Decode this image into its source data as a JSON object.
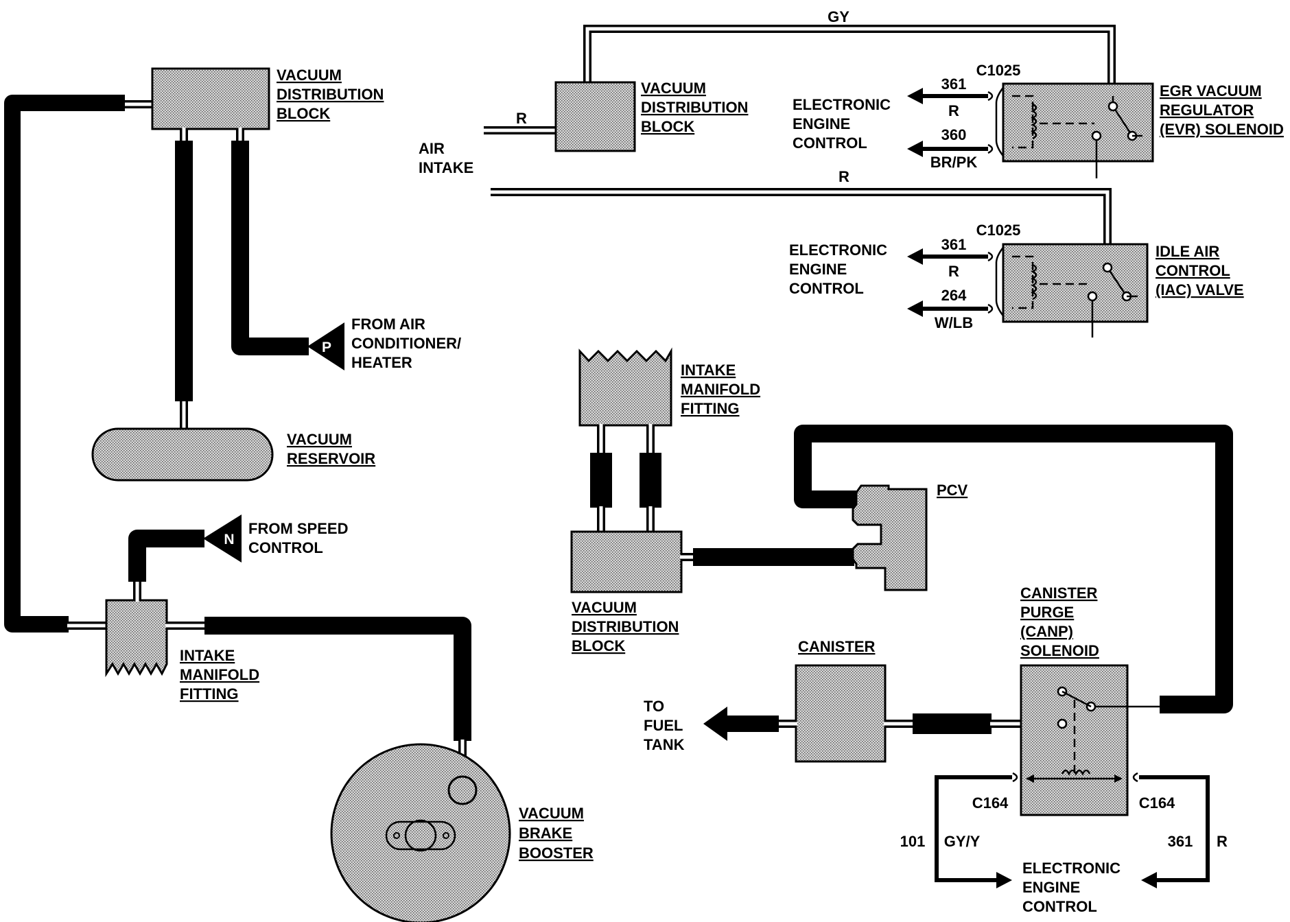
{
  "labels": {
    "vdb_top_left": [
      "VACUUM",
      "DISTRIBUTION",
      "BLOCK"
    ],
    "from_ac": [
      "FROM AIR",
      "CONDITIONER/",
      "HEATER"
    ],
    "port_p": "P",
    "reservoir": [
      "VACUUM",
      "RESERVOIR"
    ],
    "from_speed": [
      "FROM SPEED",
      "CONTROL"
    ],
    "port_n": "N",
    "imf_left": [
      "INTAKE",
      "MANIFOLD",
      "FITTING"
    ],
    "booster": [
      "VACUUM",
      "BRAKE",
      "BOOSTER"
    ],
    "air_intake": [
      "AIR",
      "INTAKE"
    ],
    "vdb_top_mid": [
      "VACUUM",
      "DISTRIBUTION",
      "BLOCK"
    ],
    "imf_mid": [
      "INTAKE",
      "MANIFOLD",
      "FITTING"
    ],
    "vdb_mid": [
      "VACUUM",
      "DISTRIBUTION",
      "BLOCK"
    ],
    "pcv": "PCV",
    "canister": "CANISTER",
    "to_fuel_tank": [
      "TO",
      "FUEL",
      "TANK"
    ],
    "canp": [
      "CANISTER",
      "PURGE",
      "(CANP)",
      "SOLENOID"
    ],
    "eec_1": [
      "ELECTRONIC",
      "ENGINE",
      "CONTROL"
    ],
    "eec_2": [
      "ELECTRONIC",
      "ENGINE",
      "CONTROL"
    ],
    "eec_3": [
      "ELECTRONIC",
      "ENGINE",
      "CONTROL"
    ],
    "evr": [
      "EGR VACUUM",
      "REGULATOR",
      "(EVR) SOLENOID"
    ],
    "iac": [
      "IDLE AIR",
      "CONTROL",
      "(IAC) VALVE"
    ]
  },
  "wires": {
    "gy_top": "GY",
    "r_left": "R",
    "r_mid": "R",
    "evr_conn": "C1025",
    "evr_361": "361",
    "evr_361_color": "R",
    "evr_360": "360",
    "evr_360_color": "BR/PK",
    "iac_conn": "C1025",
    "iac_361": "361",
    "iac_361_color": "R",
    "iac_264": "264",
    "iac_264_color": "W/LB",
    "canp_conn_left": "C164",
    "canp_conn_right": "C164",
    "canp_101": "101",
    "canp_101_color": "GY/Y",
    "canp_361": "361",
    "canp_361_color": "R"
  }
}
